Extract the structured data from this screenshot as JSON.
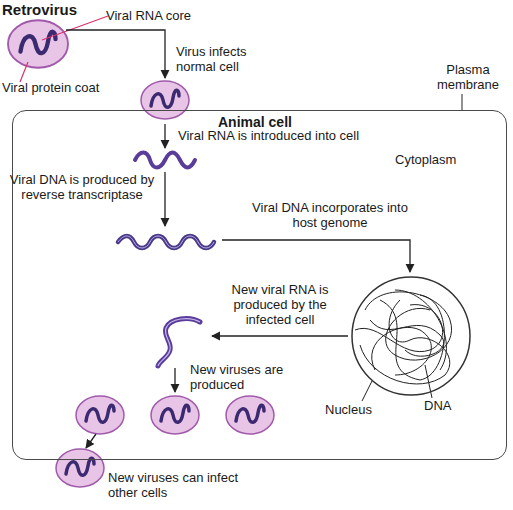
{
  "diagram": {
    "nodes": [
      {
        "text": [
          "Animal cell"
        ]
      },
      {
        "text": [
          "Nucleus"
        ],
        "in": 0
      }
    ],
    "labels": [
      "Retrovirus",
      "Viral RNA core",
      "Viral protein coat",
      "Virus infects normal cell",
      "Plasma membrane",
      "Viral RNA is introduced into cell",
      "Cytoplasm",
      "Viral DNA is produced by reverse transcriptase",
      "Viral DNA incorporates into host genome",
      "New viral RNA is produced by the infected cell",
      "New viruses are produced",
      "DNA",
      "New viruses can infect other cells"
    ]
  }
}
